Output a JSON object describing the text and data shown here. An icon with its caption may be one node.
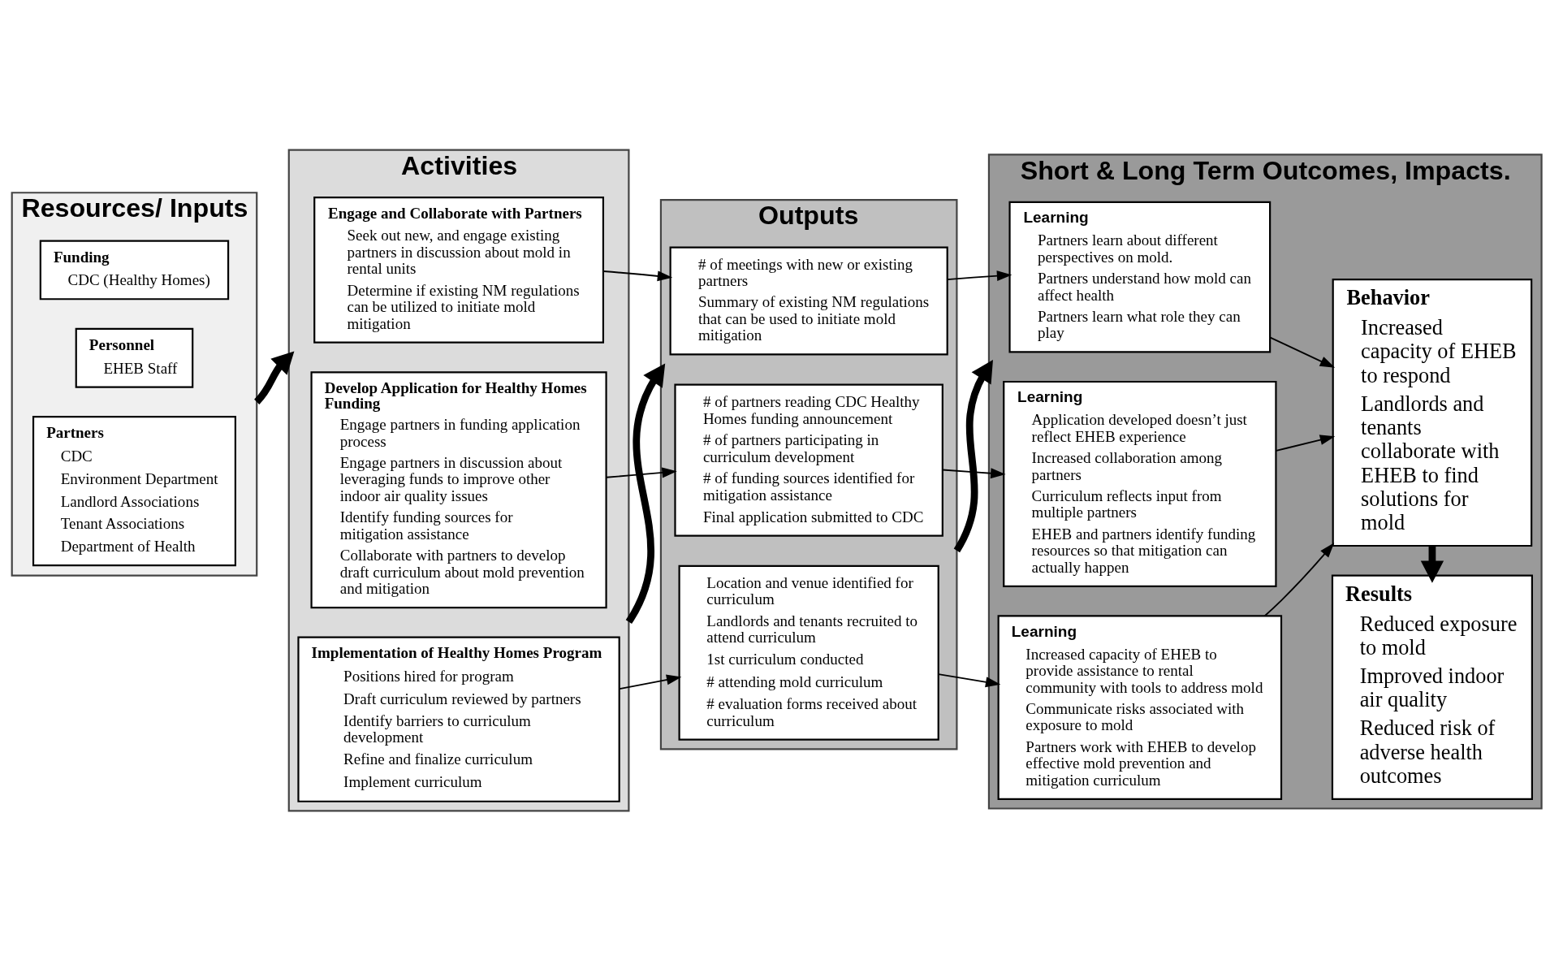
{
  "diagram": {
    "nodes": [
      {
        "text": [
          "Resources/ Inputs"
        ]
      },
      {
        "text": [
          "Funding",
          "CDC (Healthy Homes)"
        ],
        "in": 0
      },
      {
        "text": [
          "Personnel",
          "EHEB Staff"
        ],
        "in": 0
      },
      {
        "text": [
          "Partners",
          "CDC",
          "Environment Department",
          "Landlord Associations",
          "Tenant Associations",
          "Department of Health"
        ],
        "in": 0
      },
      {
        "text": [
          "Activities"
        ]
      },
      {
        "text": [
          "Engage and Collaborate with Partners",
          "Seek out new, and engage existing partners in discussion about mold in rental units",
          "Determine if existing NM regulations can be utilized to initiate mold mitigation"
        ],
        "in": 4
      },
      {
        "text": [
          "Develop Application for Healthy Homes Funding",
          "Engage partners in funding application process",
          "Engage partners in discussion about leveraging funds to improve other indoor air quality issues",
          "Identify funding sources for mitigation assistance",
          "Collaborate with partners to develop draft curriculum about mold prevention and mitigation"
        ],
        "in": 4
      },
      {
        "text": [
          "Implementation of Healthy Homes Program",
          "Positions hired for program",
          "Draft curriculum reviewed by partners",
          "Identify barriers to curriculum development",
          "Refine and finalize curriculum",
          "Implement curriculum"
        ],
        "in": 4
      },
      {
        "text": [
          "Outputs"
        ]
      },
      {
        "text": [
          "# of meetings with new or existing partners",
          "Summary of existing NM regulations that can be used to initiate mold mitigation"
        ],
        "in": 8
      },
      {
        "text": [
          "# of partners reading CDC Healthy Homes funding announcement",
          "# of partners participating in curriculum development",
          "# of funding sources identified for mitigation assistance",
          "Final application submitted to CDC"
        ],
        "in": 8
      },
      {
        "text": [
          "Location and venue identified for curriculum",
          "Landlords and tenants recruited to attend curriculum",
          "1st curriculum conducted",
          "# attending mold curriculum",
          "# evaluation forms received about curriculum"
        ],
        "in": 8
      },
      {
        "text": [
          "Short & Long Term Outcomes, Impacts."
        ]
      },
      {
        "text": [
          "Learning",
          "Partners learn about different perspectives on mold.",
          "Partners understand how mold can affect health",
          "Partners learn what role they can play"
        ],
        "in": 12
      },
      {
        "text": [
          "Learning",
          "Application developed doesn’t just reflect EHEB experience",
          "Increased collaboration among partners",
          "Curriculum reflects input from multiple partners",
          "EHEB and partners identify funding resources so that mitigation can actually happen"
        ],
        "in": 12
      },
      {
        "text": [
          "Learning",
          "Increased capacity of EHEB to provide assistance to rental community with tools to address mold",
          "Communicate risks associated with exposure to mold",
          "Partners work with EHEB to develop effective mold prevention and mitigation curriculum"
        ],
        "in": 12
      },
      {
        "text": [
          "Behavior",
          "Increased capacity of EHEB to respond",
          "Landlords and tenants collaborate with EHEB to find solutions for mold"
        ],
        "in": 12
      },
      {
        "text": [
          "Results",
          "Reduced exposure to mold",
          "Improved indoor air quality",
          "Reduced risk of adverse health outcomes"
        ],
        "in": 12
      }
    ],
    "edges": [
      {
        "from": 0,
        "to": 4,
        "arrow": "to",
        "style": "thick"
      },
      {
        "from": 4,
        "to": 8,
        "arrow": "to",
        "style": "thick"
      },
      {
        "from": 8,
        "to": 12,
        "arrow": "to",
        "style": "thick"
      },
      {
        "from": 5,
        "to": 9,
        "arrow": "to"
      },
      {
        "from": 6,
        "to": 10,
        "arrow": "to"
      },
      {
        "from": 7,
        "to": 11,
        "arrow": "to"
      },
      {
        "from": 9,
        "to": 13,
        "arrow": "to"
      },
      {
        "from": 10,
        "to": 14,
        "arrow": "to"
      },
      {
        "from": 11,
        "to": 15,
        "arrow": "to"
      },
      {
        "from": 13,
        "to": 16,
        "arrow": "to"
      },
      {
        "from": 14,
        "to": 16,
        "arrow": "to"
      },
      {
        "from": 15,
        "to": 16,
        "arrow": "to"
      },
      {
        "from": 16,
        "to": 17,
        "arrow": "to",
        "style": "thick"
      }
    ]
  }
}
